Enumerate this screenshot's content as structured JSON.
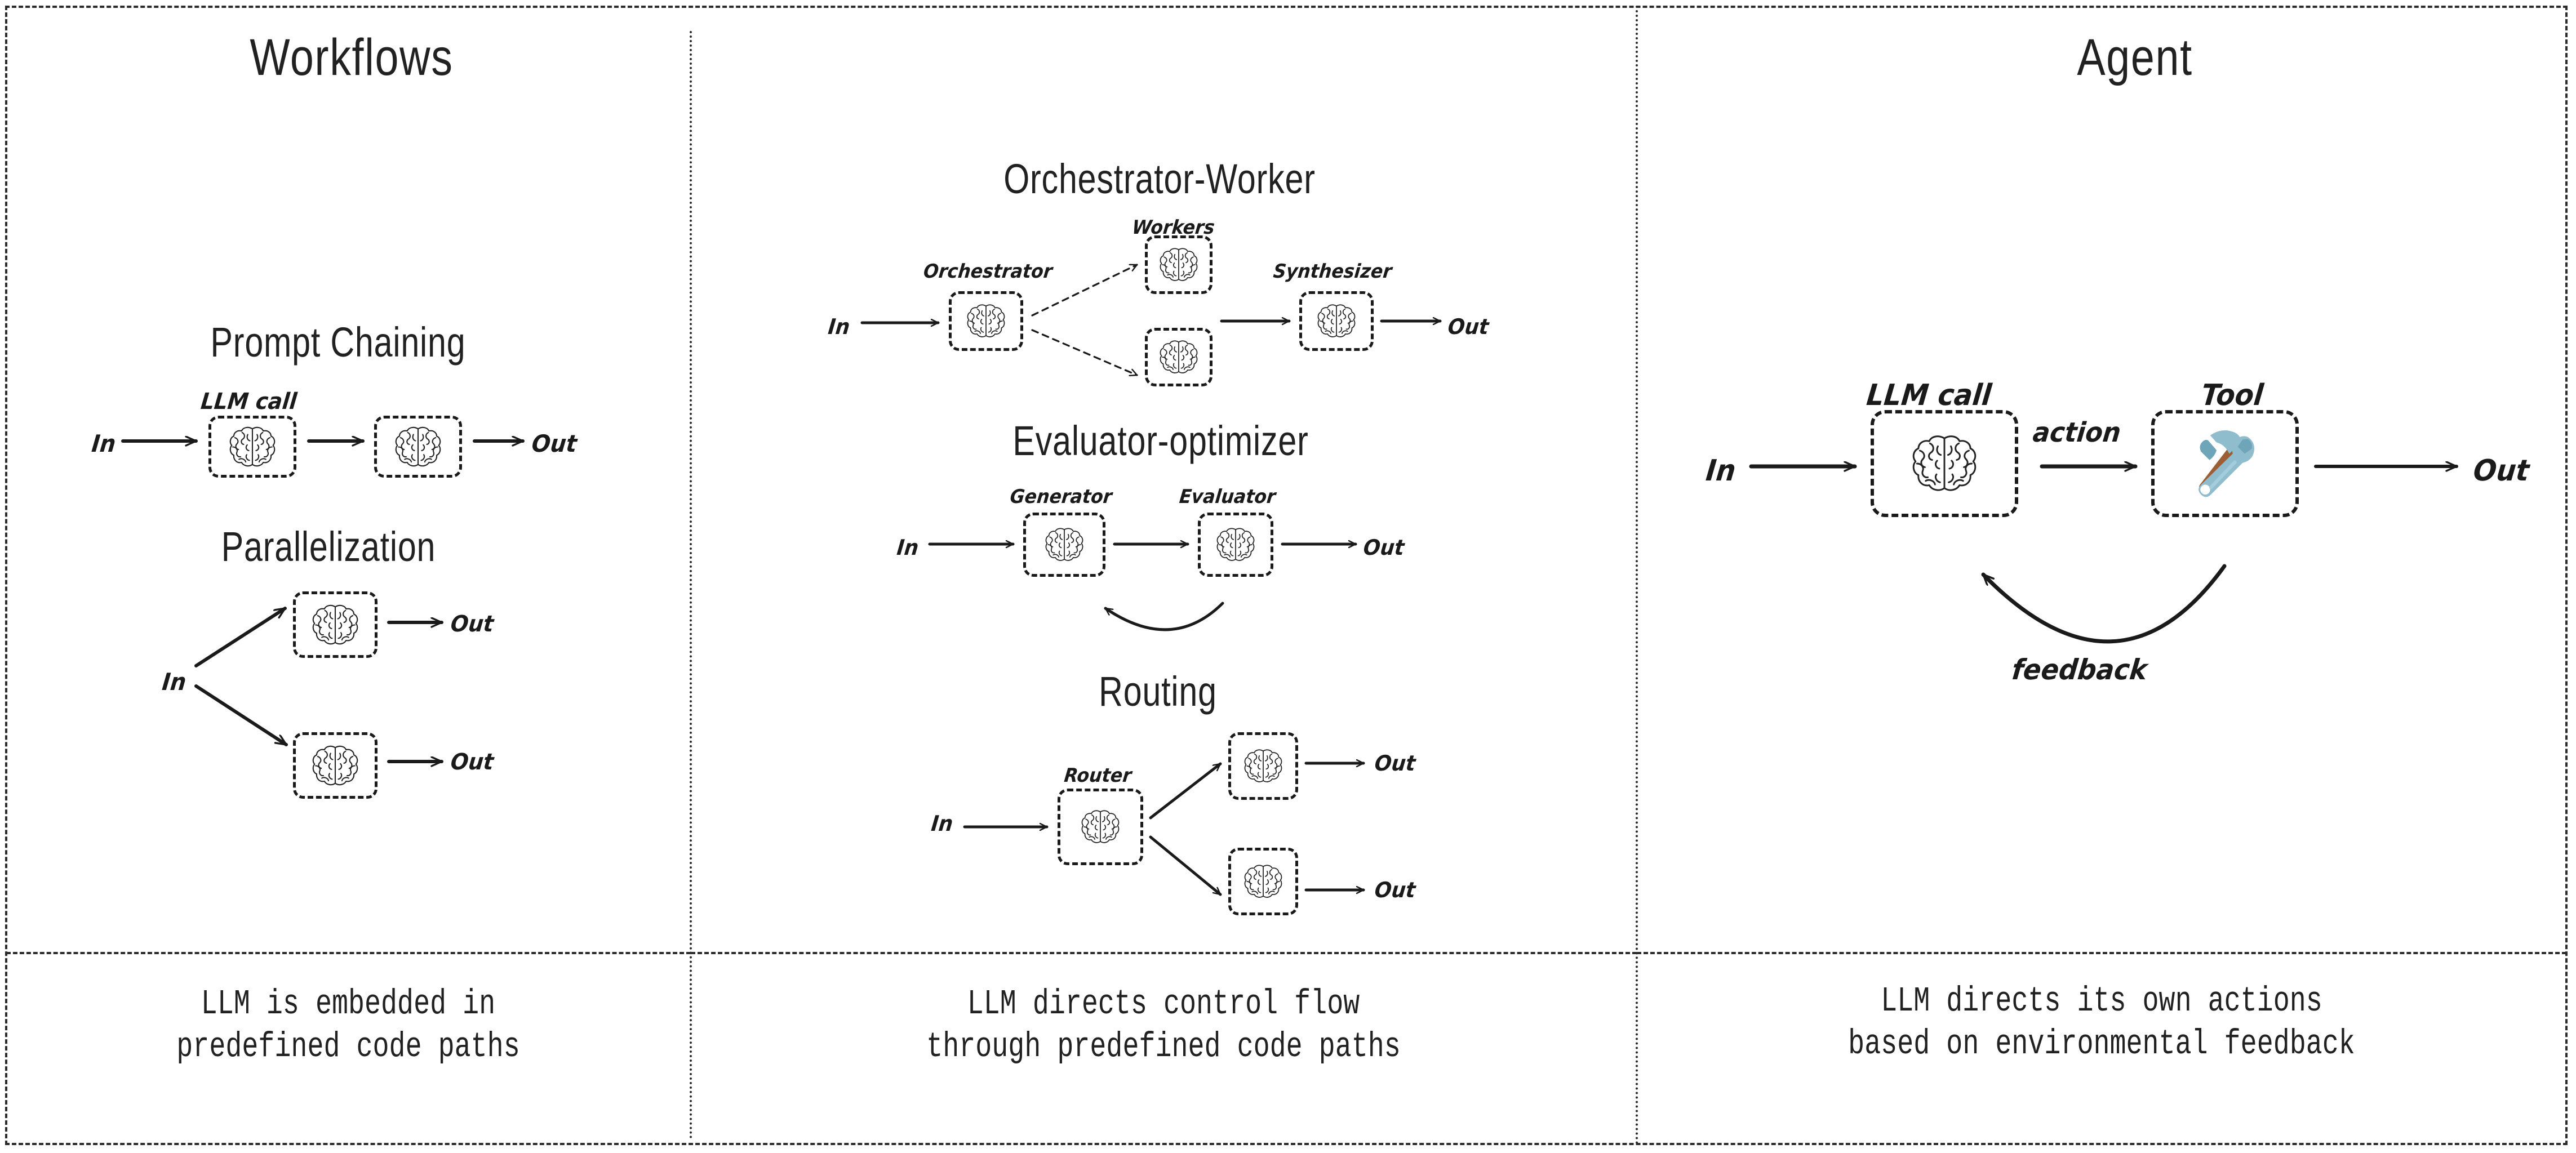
{
  "figure": {
    "columns": [
      {
        "id": "workflows",
        "title": "Workflows",
        "caption_lines": [
          "LLM is embedded in",
          "predefined code paths"
        ]
      },
      {
        "id": "workflows-2",
        "title": "",
        "caption_lines": [
          "LLM directs control flow",
          "through predefined code paths"
        ]
      },
      {
        "id": "agent",
        "title": "Agent",
        "caption_lines": [
          "LLM directs its own actions",
          "based on environmental feedback"
        ]
      }
    ]
  },
  "patterns": {
    "prompt_chaining": {
      "title": "Prompt Chaining",
      "in_label": "In",
      "out_label": "Out",
      "node_label": "LLM call",
      "nodes": [
        "brain-icon",
        "brain-icon"
      ]
    },
    "parallelization": {
      "title": "Parallelization",
      "in_label": "In",
      "out_labels": [
        "Out",
        "Out"
      ],
      "nodes": [
        "brain-icon",
        "brain-icon"
      ]
    },
    "orchestrator_worker": {
      "title": "Orchestrator-Worker",
      "in_label": "In",
      "out_label": "Out",
      "orchestrator_label": "Orchestrator",
      "workers_label": "Workers",
      "synthesizer_label": "Synthesizer",
      "nodes": [
        "brain-icon",
        "brain-icon",
        "brain-icon",
        "brain-icon"
      ]
    },
    "evaluator_optimizer": {
      "title": "Evaluator-optimizer",
      "in_label": "In",
      "out_label": "Out",
      "generator_label": "Generator",
      "evaluator_label": "Evaluator",
      "nodes": [
        "brain-icon",
        "brain-icon"
      ]
    },
    "routing": {
      "title": "Routing",
      "in_label": "In",
      "router_label": "Router",
      "out_labels": [
        "Out",
        "Out"
      ],
      "nodes": [
        "brain-icon",
        "brain-icon",
        "brain-icon"
      ]
    },
    "agent": {
      "in_label": "In",
      "out_label": "Out",
      "llm_label": "LLM call",
      "tool_label": "Tool",
      "action_label": "action",
      "feedback_label": "feedback",
      "nodes": [
        "brain-icon",
        "hammer-and-wrench-icon"
      ]
    }
  },
  "colors": {
    "ink": "#1f1f1f",
    "border": "#2b2b2b",
    "tool_metal": "#8fbdce",
    "tool_metal_dark": "#6fa5b9",
    "tool_handle": "#9c5f35",
    "background": "#ffffff"
  }
}
